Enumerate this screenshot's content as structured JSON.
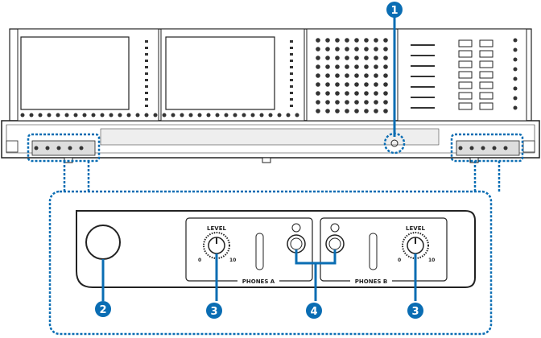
{
  "colors": {
    "callout": "#0a6db3",
    "line": "#222222",
    "panel": "#f4f4f4"
  },
  "callouts": [
    "1",
    "2",
    "3",
    "4",
    "3"
  ],
  "phones_a": {
    "level_label": "LEVEL",
    "min": "0",
    "max": "10",
    "name": "PHONES A"
  },
  "phones_b": {
    "level_label": "LEVEL",
    "min": "0",
    "max": "10",
    "name": "PHONES B"
  }
}
